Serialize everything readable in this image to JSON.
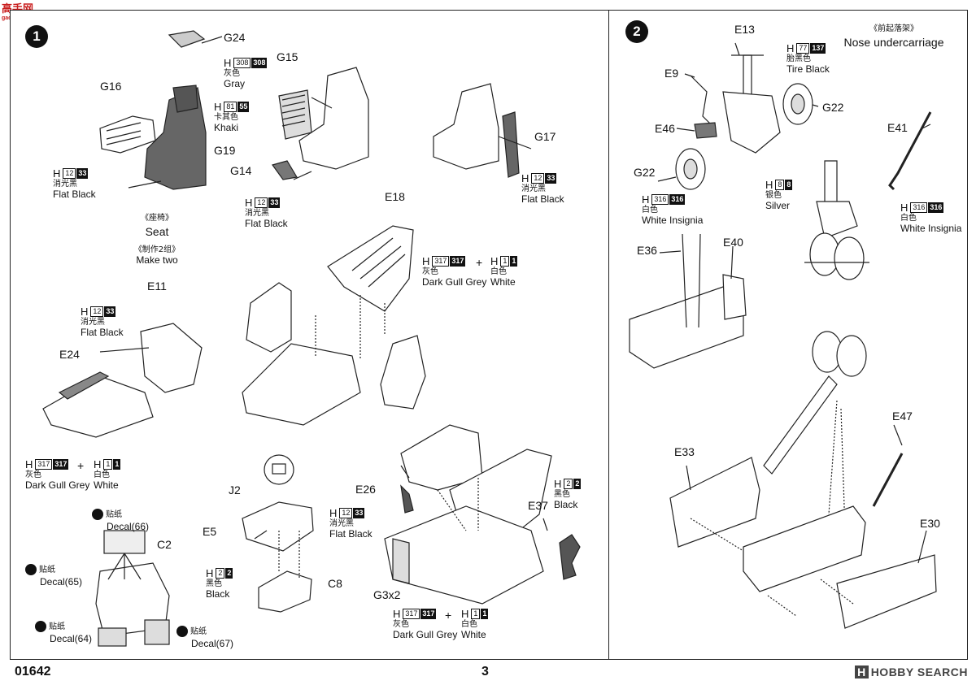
{
  "watermark": {
    "text": "高手网",
    "sub": "gao.shou.net"
  },
  "step1": {
    "number": "1",
    "parts": {
      "g24": "G24",
      "g15": "G15",
      "g16": "G16",
      "g19": "G19",
      "g14": "G14",
      "g17": "G17",
      "e18": "E18",
      "e11": "E11",
      "e24": "E24",
      "j2": "J2",
      "e5": "E5",
      "c8": "C8",
      "c2": "C2",
      "e26": "E26",
      "e37": "E37",
      "g3": "G3x2"
    },
    "seat_title": {
      "cn": "《座椅》",
      "en": "Seat"
    },
    "make_two": {
      "cn": "《制作2组》",
      "en": "Make two"
    },
    "paints": {
      "gray": {
        "h": "H",
        "code": "308",
        "code2": "308",
        "cn": "灰色",
        "en": "Gray"
      },
      "khaki": {
        "h": "H",
        "code": "81",
        "code2": "55",
        "cn": "卡其色",
        "en": "Khaki"
      },
      "flatblack": {
        "h": "H",
        "code": "12",
        "code2": "33",
        "cn": "消光黑",
        "en": "Flat Black"
      },
      "darkgullgrey": {
        "h": "H",
        "code": "317",
        "code2": "317",
        "cn": "灰色",
        "en": "Dark Gull Grey"
      },
      "white": {
        "h": "H",
        "code": "1",
        "code2": "1",
        "cn": "白色",
        "en": "White"
      },
      "black": {
        "h": "H",
        "code": "2",
        "code2": "2",
        "cn": "黑色",
        "en": "Black"
      }
    },
    "plus": "+",
    "decals": {
      "d66": {
        "cn": "贴纸",
        "en": "Decal(66)"
      },
      "d65": {
        "cn": "贴纸",
        "en": "Decal(65)"
      },
      "d64": {
        "cn": "贴纸",
        "en": "Decal(64)"
      },
      "d67": {
        "cn": "贴纸",
        "en": "Decal(67)"
      }
    }
  },
  "step2": {
    "number": "2",
    "title": {
      "cn": "《前起落架》",
      "en": "Nose undercarriage"
    },
    "parts": {
      "e13": "E13",
      "e9": "E9",
      "e46": "E46",
      "g22a": "G22",
      "g22b": "G22",
      "e41": "E41",
      "e36": "E36",
      "e40": "E40",
      "e47": "E47",
      "e33": "E33",
      "e30": "E30"
    },
    "paints": {
      "tireblack": {
        "h": "H",
        "code": "77",
        "code2": "137",
        "cn": "胎黑色",
        "en": "Tire Black"
      },
      "silver": {
        "h": "H",
        "code": "8",
        "code2": "8",
        "cn": "银色",
        "en": "Silver"
      },
      "whiteinsignia": {
        "h": "H",
        "code": "316",
        "code2": "316",
        "cn": "白色",
        "en": "White Insignia"
      }
    }
  },
  "footer": {
    "code": "01642",
    "page": "3"
  },
  "source_badge": {
    "badge": "H",
    "text": "HOBBY SEARCH"
  }
}
